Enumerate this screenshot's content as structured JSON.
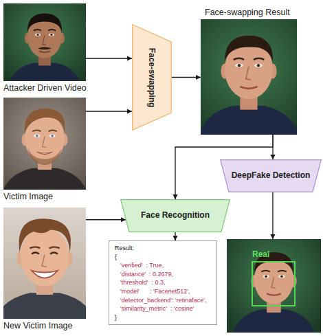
{
  "diagram": {
    "nodes": [
      {
        "text": [
          "Attacker Driven Video"
        ]
      },
      {
        "text": [
          "Face-swapping"
        ]
      },
      {
        "text": [
          "Face-swapping Result"
        ]
      },
      {
        "text": [
          "Victim Image"
        ]
      },
      {
        "text": [
          "DeepFake Detection"
        ]
      },
      {
        "text": [
          "Face Recognition"
        ]
      },
      {
        "text": [
          "New Victim Image"
        ]
      },
      {
        "text": [
          "Result:",
          "{",
          "'verified'  : True,",
          "'distance'  : 0.2679,",
          "'threshold'  : 0.3,",
          "'model'      : 'Facenet512',",
          "'detector_backend': 'retinaface',",
          "'similarity_metric'  : 'cosine'",
          "}"
        ]
      },
      {
        "text": [
          "Real"
        ]
      }
    ],
    "edges": [
      {
        "from": 0,
        "to": 1,
        "arrow": "to"
      },
      {
        "from": 3,
        "to": 1,
        "arrow": "to"
      },
      {
        "from": 1,
        "to": 2,
        "arrow": "to"
      },
      {
        "from": 2,
        "to": 4,
        "arrow": "to"
      },
      {
        "from": 2,
        "to": 5,
        "arrow": "to"
      },
      {
        "from": 6,
        "to": 5,
        "arrow": "to"
      },
      {
        "from": 5,
        "to": 7,
        "arrow": "to"
      },
      {
        "from": 4,
        "to": 8,
        "arrow": "to"
      }
    ]
  }
}
